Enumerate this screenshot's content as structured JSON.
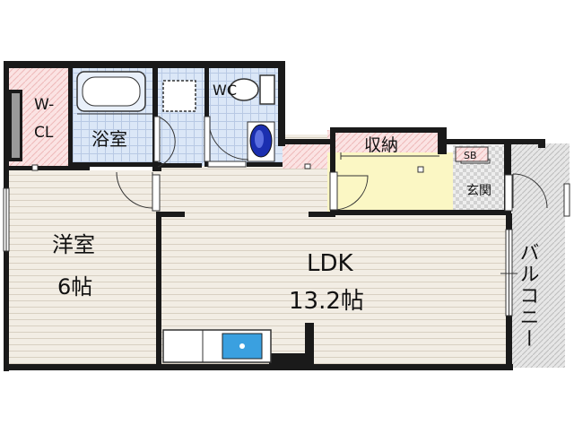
{
  "rooms": {
    "wcl": {
      "line1": "W-",
      "line2": "CL"
    },
    "bath": "浴室",
    "wc": "WC",
    "storage": "収納",
    "sb": "SB",
    "entrance": "玄関",
    "western": {
      "name": "洋室",
      "size": "6帖"
    },
    "ldk": {
      "name": "LDK",
      "size": "13.2帖"
    },
    "balcony": "バルコニー"
  },
  "colors": {
    "wall": "#1a1a1a",
    "wood_floor": "#f2ede4",
    "wood_line": "#d8d0c2",
    "tile_floor": "#dbe7f7",
    "tile_line": "#b8c9e4",
    "closet_floor": "#fbe3e3",
    "entrance_floor": "#fbf7c4",
    "balcony_floor": "#e2e2e2",
    "sink": "#3aa0e0",
    "toilet_accent": "#1b2fb0"
  }
}
